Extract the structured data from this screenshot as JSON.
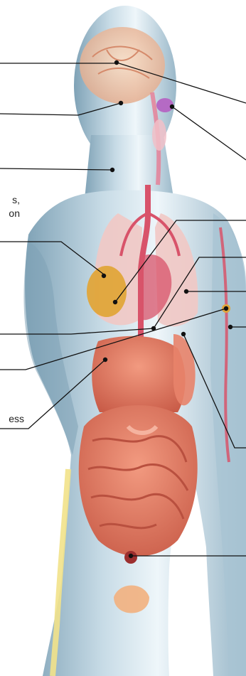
{
  "colors": {
    "skin": "#c7dbe6",
    "skin_shadow": "#7fa2b6",
    "skin_highlight": "#eef6fa",
    "intestine": "#e8836a",
    "intestine_dark": "#c95c48",
    "liver": "#e0a53a",
    "lung": "#f1c8c4",
    "artery": "#d8536a",
    "brain": "#f2c9a8",
    "gland": "#b56ac4",
    "bone": "#f2e28a",
    "leader_line": "#111111"
  },
  "labels": {
    "cutoff_nerves": "s,\non",
    "cutoff_stress": "ess"
  },
  "leaders": [
    {
      "name": "leader-brain-left"
    },
    {
      "name": "leader-brain-right"
    },
    {
      "name": "leader-pituitary"
    },
    {
      "name": "leader-thyroid"
    },
    {
      "name": "leader-neck"
    },
    {
      "name": "leader-heart"
    },
    {
      "name": "leader-liver"
    },
    {
      "name": "leader-aorta"
    },
    {
      "name": "leader-lung"
    },
    {
      "name": "leader-arm-vessel"
    },
    {
      "name": "leader-stomach"
    },
    {
      "name": "leader-shoulder"
    },
    {
      "name": "leader-kidney"
    },
    {
      "name": "leader-reproductive"
    }
  ]
}
